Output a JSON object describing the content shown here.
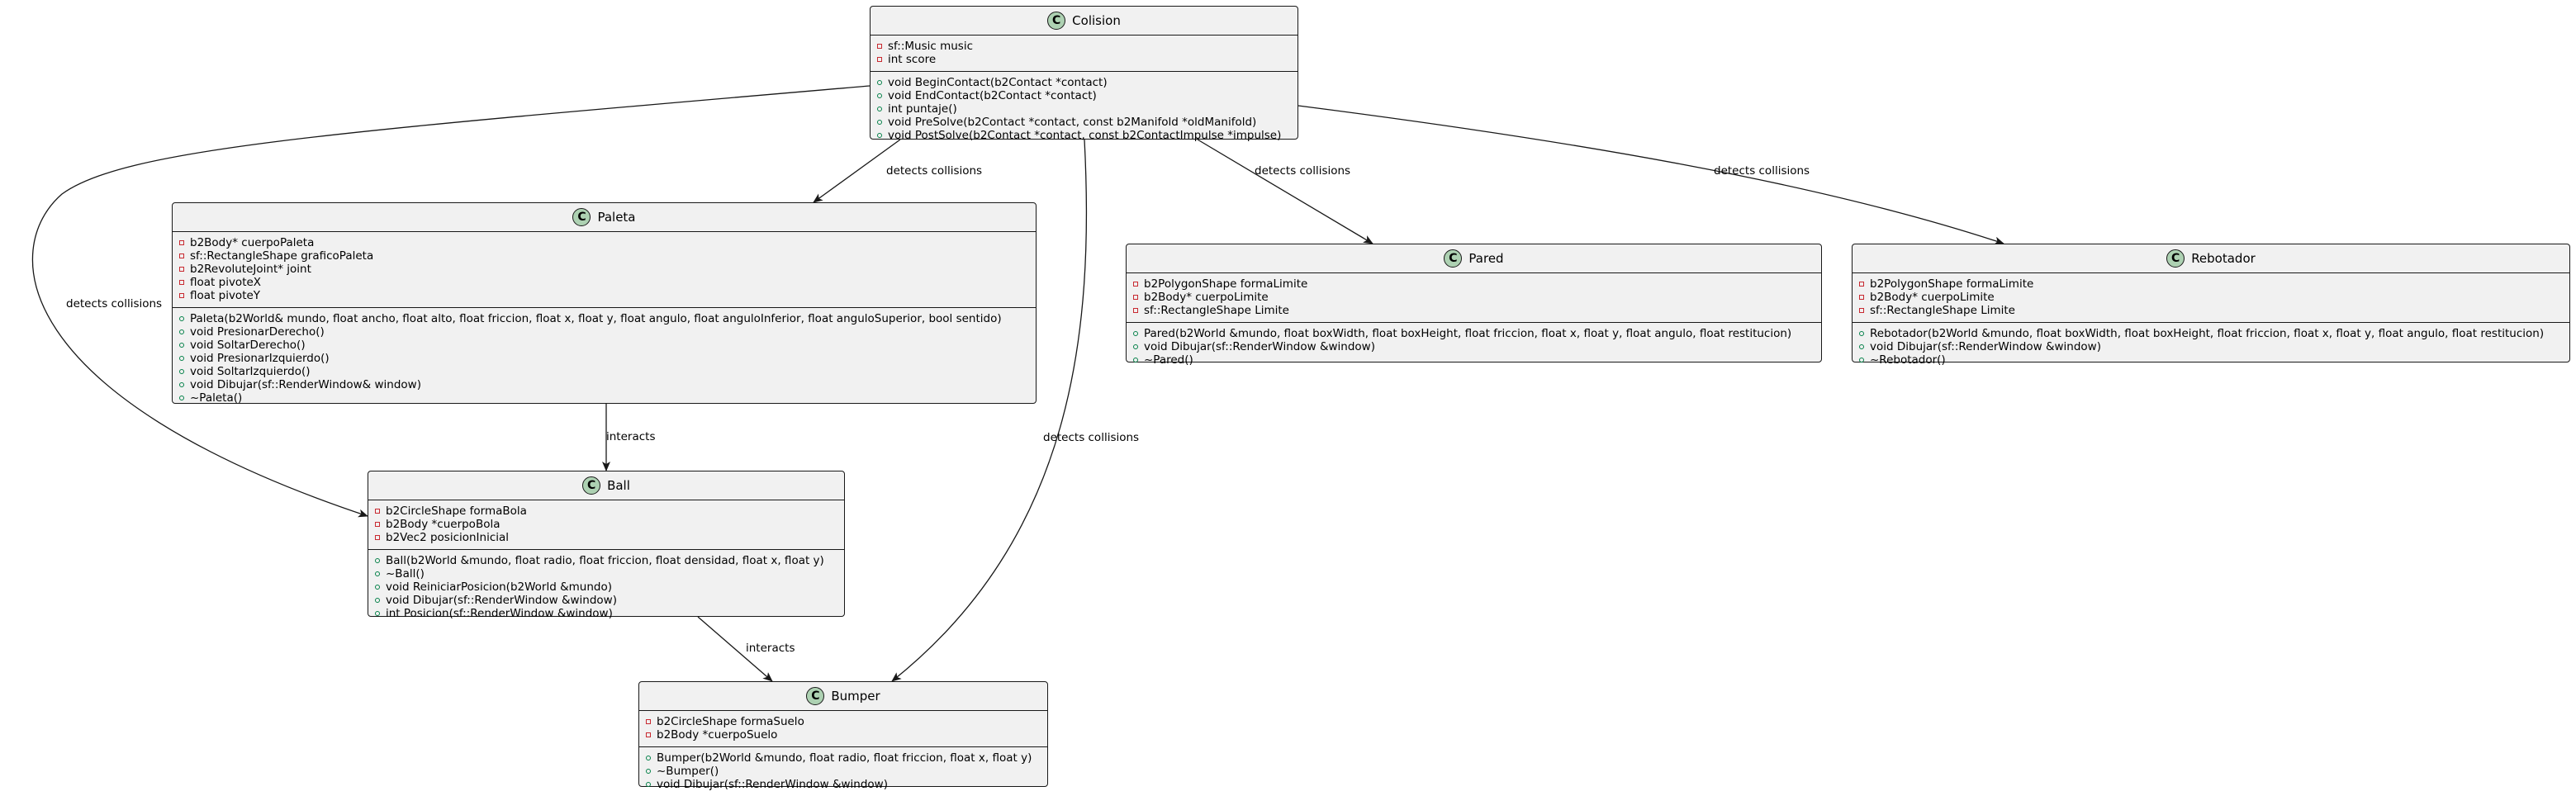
{
  "classes": {
    "colision": {
      "name": "Colision",
      "icon": "C",
      "attributes": [
        {
          "vis": "private",
          "text": "sf::Music music"
        },
        {
          "vis": "private",
          "text": "int score"
        }
      ],
      "methods": [
        {
          "vis": "public",
          "text": "void BeginContact(b2Contact *contact)"
        },
        {
          "vis": "public",
          "text": "void EndContact(b2Contact *contact)"
        },
        {
          "vis": "public",
          "text": "int puntaje()"
        },
        {
          "vis": "public",
          "text": "void PreSolve(b2Contact *contact, const b2Manifold *oldManifold)"
        },
        {
          "vis": "public",
          "text": "void PostSolve(b2Contact *contact, const b2ContactImpulse *impulse)"
        }
      ]
    },
    "paleta": {
      "name": "Paleta",
      "icon": "C",
      "attributes": [
        {
          "vis": "private",
          "text": "b2Body* cuerpoPaleta"
        },
        {
          "vis": "private",
          "text": "sf::RectangleShape graficoPaleta"
        },
        {
          "vis": "private",
          "text": "b2RevoluteJoint* joint"
        },
        {
          "vis": "private",
          "text": "float pivoteX"
        },
        {
          "vis": "private",
          "text": "float pivoteY"
        }
      ],
      "methods": [
        {
          "vis": "public",
          "text": "Paleta(b2World& mundo, float ancho, float alto, float friccion, float x, float y, float angulo, float anguloInferior, float anguloSuperior, bool sentido)"
        },
        {
          "vis": "public",
          "text": "void PresionarDerecho()"
        },
        {
          "vis": "public",
          "text": "void SoltarDerecho()"
        },
        {
          "vis": "public",
          "text": "void PresionarIzquierdo()"
        },
        {
          "vis": "public",
          "text": "void SoltarIzquierdo()"
        },
        {
          "vis": "public",
          "text": "void Dibujar(sf::RenderWindow& window)"
        },
        {
          "vis": "public",
          "text": "~Paleta()"
        }
      ]
    },
    "pared": {
      "name": "Pared",
      "icon": "C",
      "attributes": [
        {
          "vis": "private",
          "text": "b2PolygonShape formaLimite"
        },
        {
          "vis": "private",
          "text": "b2Body* cuerpoLimite"
        },
        {
          "vis": "private",
          "text": "sf::RectangleShape Limite"
        }
      ],
      "methods": [
        {
          "vis": "public",
          "text": "Pared(b2World &mundo, float boxWidth, float boxHeight, float friccion, float x, float y, float angulo, float restitucion)"
        },
        {
          "vis": "public",
          "text": "void Dibujar(sf::RenderWindow &window)"
        },
        {
          "vis": "public",
          "text": "~Pared()"
        }
      ]
    },
    "rebotador": {
      "name": "Rebotador",
      "icon": "C",
      "attributes": [
        {
          "vis": "private",
          "text": "b2PolygonShape formaLimite"
        },
        {
          "vis": "private",
          "text": "b2Body* cuerpoLimite"
        },
        {
          "vis": "private",
          "text": "sf::RectangleShape Limite"
        }
      ],
      "methods": [
        {
          "vis": "public",
          "text": "Rebotador(b2World &mundo, float boxWidth, float boxHeight, float friccion, float x, float y, float angulo, float restitucion)"
        },
        {
          "vis": "public",
          "text": "void Dibujar(sf::RenderWindow &window)"
        },
        {
          "vis": "public",
          "text": "~Rebotador()"
        }
      ]
    },
    "ball": {
      "name": "Ball",
      "icon": "C",
      "attributes": [
        {
          "vis": "private",
          "text": "b2CircleShape formaBola"
        },
        {
          "vis": "private",
          "text": "b2Body *cuerpoBola"
        },
        {
          "vis": "private",
          "text": "b2Vec2 posicionInicial"
        }
      ],
      "methods": [
        {
          "vis": "public",
          "text": "Ball(b2World &mundo, float radio, float friccion, float densidad, float x, float y)"
        },
        {
          "vis": "public",
          "text": "~Ball()"
        },
        {
          "vis": "public",
          "text": "void ReiniciarPosicion(b2World &mundo)"
        },
        {
          "vis": "public",
          "text": "void Dibujar(sf::RenderWindow &window)"
        },
        {
          "vis": "public",
          "text": "int Posicion(sf::RenderWindow &window)"
        }
      ]
    },
    "bumper": {
      "name": "Bumper",
      "icon": "C",
      "attributes": [
        {
          "vis": "private",
          "text": "b2CircleShape formaSuelo"
        },
        {
          "vis": "private",
          "text": "b2Body *cuerpoSuelo"
        }
      ],
      "methods": [
        {
          "vis": "public",
          "text": "Bumper(b2World &mundo, float radio, float friccion, float x, float y)"
        },
        {
          "vis": "public",
          "text": "~Bumper()"
        },
        {
          "vis": "public",
          "text": "void Dibujar(sf::RenderWindow &window)"
        }
      ]
    }
  },
  "relations": [
    {
      "from": "Colision",
      "to": "Ball",
      "label": "detects collisions"
    },
    {
      "from": "Colision",
      "to": "Paleta",
      "label": "detects collisions"
    },
    {
      "from": "Colision",
      "to": "Bumper",
      "label": "detects collisions"
    },
    {
      "from": "Colision",
      "to": "Pared",
      "label": "detects collisions"
    },
    {
      "from": "Colision",
      "to": "Rebotador",
      "label": "detects collisions"
    },
    {
      "from": "Paleta",
      "to": "Ball",
      "label": "interacts"
    },
    {
      "from": "Ball",
      "to": "Bumper",
      "label": "interacts"
    }
  ],
  "colors": {
    "class_fill": "#f1f1f1",
    "border": "#181818",
    "class_icon": "#add1b2",
    "private_marker": "#c82930",
    "public_marker": "#038048"
  }
}
